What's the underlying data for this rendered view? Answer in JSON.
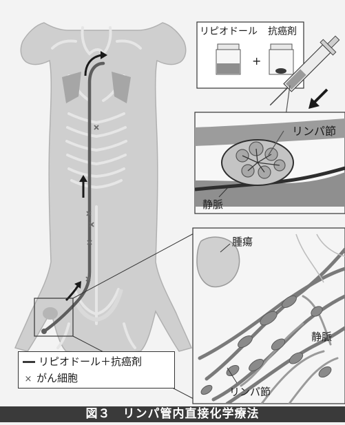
{
  "vial_box": {
    "label_left": "リピオドール",
    "label_right": "抗癌剤",
    "plus": "+"
  },
  "node_panel": {
    "lymph_node": "リンパ節",
    "vein": "静脈"
  },
  "zoom_panel": {
    "tumor": "腫瘍",
    "vein": "静脈",
    "lymph_node": "リンパ節"
  },
  "legend": {
    "line_item": "リピオドール＋抗癌剤",
    "cross_item": "がん細胞"
  },
  "caption": "図３　リンパ管内直接化学療法",
  "colors": {
    "caption_bg": "#3a3a3a",
    "body_fill": "#c9c9c9",
    "vessel": "#6b6b6b"
  }
}
